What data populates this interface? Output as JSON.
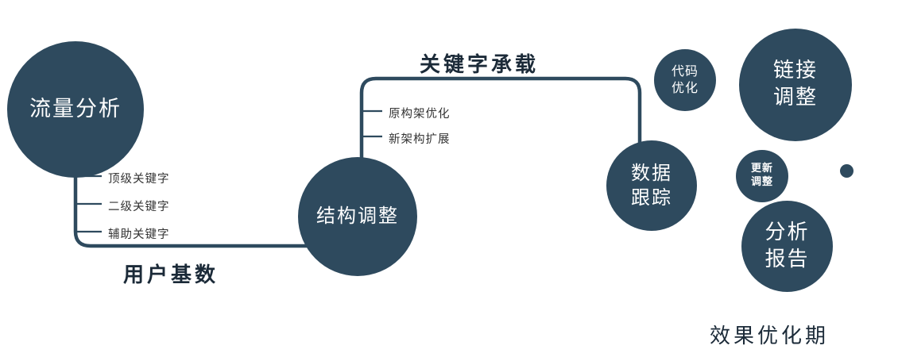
{
  "colors": {
    "node_fill": "#2e4a5e",
    "line": "#2e4a5e",
    "edge_label": "#1b2a38",
    "branch_label": "#333333",
    "node_text": "#ffffff",
    "background": "#ffffff"
  },
  "nodes": {
    "traffic": {
      "label": "流量分析"
    },
    "structure": {
      "label": "结构调整"
    },
    "tracking": {
      "line1": "数据",
      "line2": "跟踪"
    },
    "code": {
      "line1": "代码",
      "line2": "优化"
    },
    "link": {
      "line1": "链接",
      "line2": "调整"
    },
    "update": {
      "line1": "更新",
      "line2": "调整"
    },
    "report": {
      "line1": "分析",
      "line2": "报告"
    }
  },
  "edge_labels": {
    "user_base": "用户基数",
    "keyword_carrying": "关键字承载"
  },
  "branches": {
    "traffic": [
      "顶级关键字",
      "二级关键字",
      "辅助关键字"
    ],
    "structure": [
      "原构架优化",
      "新架构扩展"
    ]
  },
  "caption": "效果优化期"
}
